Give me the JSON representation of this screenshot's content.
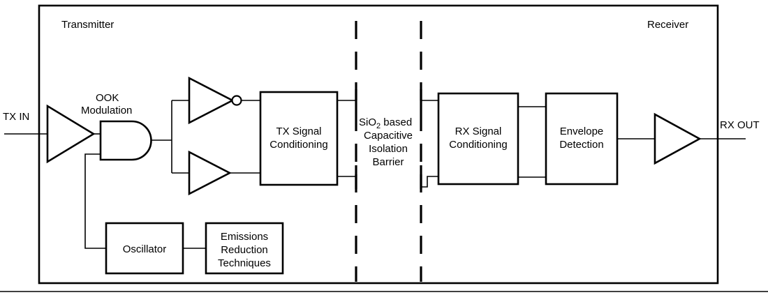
{
  "diagram": {
    "title_regions": {
      "transmitter_label": "Transmitter",
      "receiver_label": "Receiver"
    },
    "io": {
      "input_label": "TX IN",
      "output_label": "RX OUT"
    },
    "annotations": {
      "ook_line1": "OOK",
      "ook_line2": "Modulation",
      "barrier_line1_a": "SiO",
      "barrier_line1_sub": "2",
      "barrier_line1_b": " based",
      "barrier_line2": "Capacitive",
      "barrier_line3": "Isolation",
      "barrier_line4": "Barrier"
    },
    "blocks": [
      {
        "id": "tx-signal-conditioning",
        "lines": [
          "TX Signal",
          "Conditioning"
        ]
      },
      {
        "id": "rx-signal-conditioning",
        "lines": [
          "RX Signal",
          "Conditioning"
        ]
      },
      {
        "id": "envelope-detection",
        "lines": [
          "Envelope",
          "Detection"
        ]
      },
      {
        "id": "oscillator",
        "lines": [
          "Oscillator"
        ]
      },
      {
        "id": "emissions-reduction",
        "lines": [
          "Emissions",
          "Reduction",
          "Techniques"
        ]
      }
    ],
    "gates": [
      {
        "id": "input-buffer",
        "type": "buffer",
        "inverted": false
      },
      {
        "id": "and-gate",
        "type": "and",
        "inverted": false
      },
      {
        "id": "inverter-top",
        "type": "buffer",
        "inverted": true
      },
      {
        "id": "buffer-bottom",
        "type": "buffer",
        "inverted": false
      },
      {
        "id": "output-buffer",
        "type": "buffer",
        "inverted": false
      }
    ],
    "colors": {
      "line": "#000000",
      "fill": "#ffffff",
      "background": "#ffffff"
    }
  }
}
